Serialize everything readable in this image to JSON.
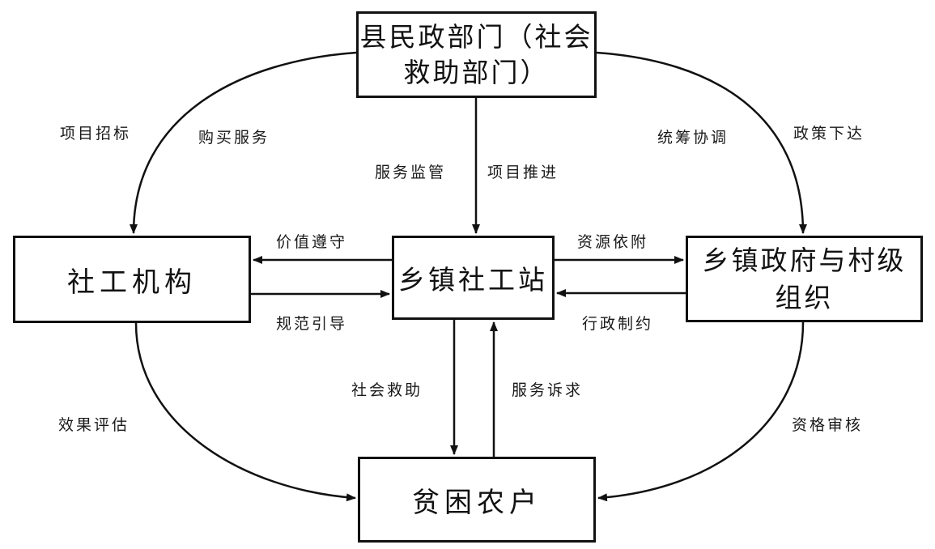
{
  "nodes": {
    "county": "县民政部门（社会救助部门）",
    "org": "社工机构",
    "station": "乡镇社工站",
    "town": "乡镇政府与村级组织",
    "poor": "贫困农户"
  },
  "edges": {
    "tender": "项目招标",
    "purchase": "购买服务",
    "supervision": "服务监管",
    "advance": "项目推进",
    "coordinate": "统筹协调",
    "policy": "政策下达",
    "value": "价值遵守",
    "norm": "规范引导",
    "resource": "资源依附",
    "admin": "行政制约",
    "assistance": "社会救助",
    "appeal": "服务诉求",
    "evaluation": "效果评估",
    "qualification": "资格审核"
  }
}
